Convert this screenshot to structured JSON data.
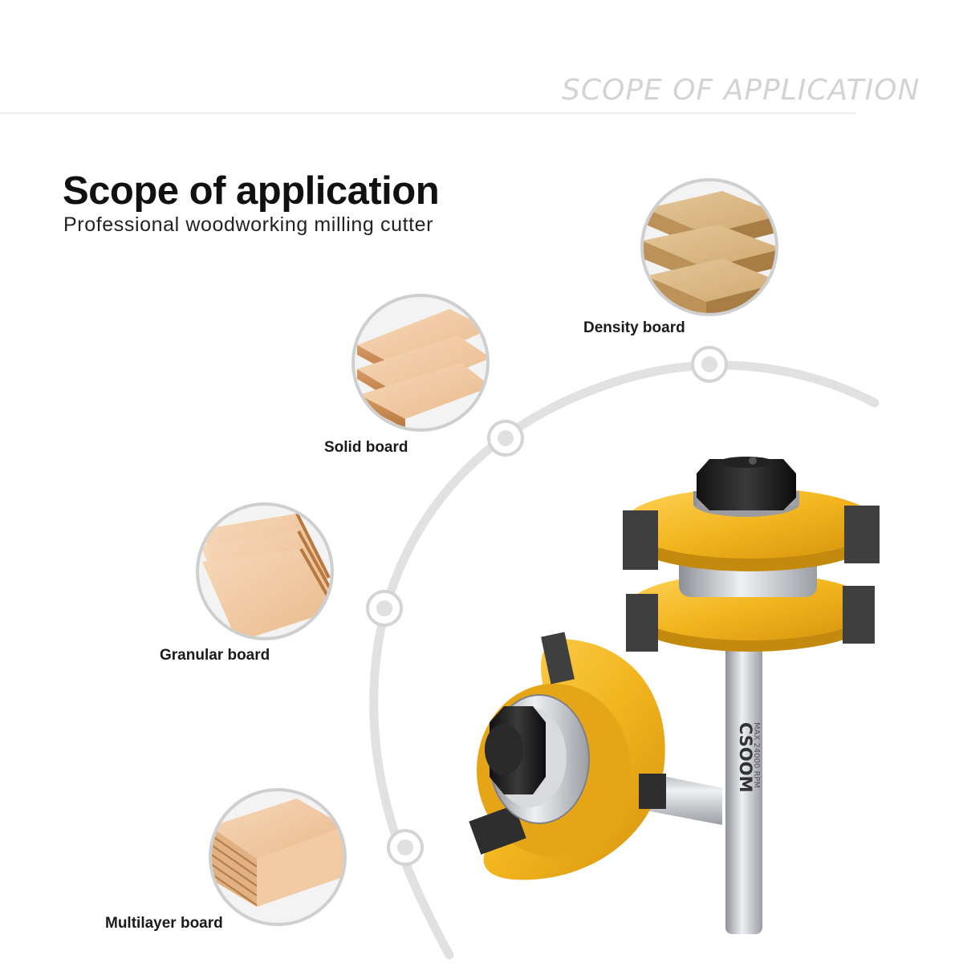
{
  "banner": "SCOPE OF APPLICATION",
  "heading": {
    "title": "Scope of application",
    "subtitle": "Professional woodworking milling cutter"
  },
  "boards": [
    {
      "label": "Density board"
    },
    {
      "label": "Solid board"
    },
    {
      "label": "Granular board"
    },
    {
      "label": "Multilayer board"
    }
  ],
  "product": {
    "brand": "CSOOM",
    "shank_marking": "MAX 24000 RPM",
    "body_color": "#f2b51e",
    "steel_color": "#c6c8cc"
  }
}
